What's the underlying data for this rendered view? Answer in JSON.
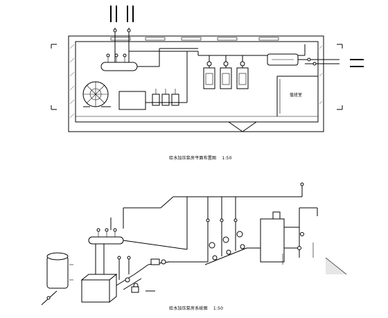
{
  "plan_view": {
    "caption": "给水加压泵房平面布置图",
    "scale": "1:50",
    "room_label": "值班室"
  },
  "section_view": {
    "caption": "给水加压泵房系统图",
    "scale": "1:50"
  }
}
